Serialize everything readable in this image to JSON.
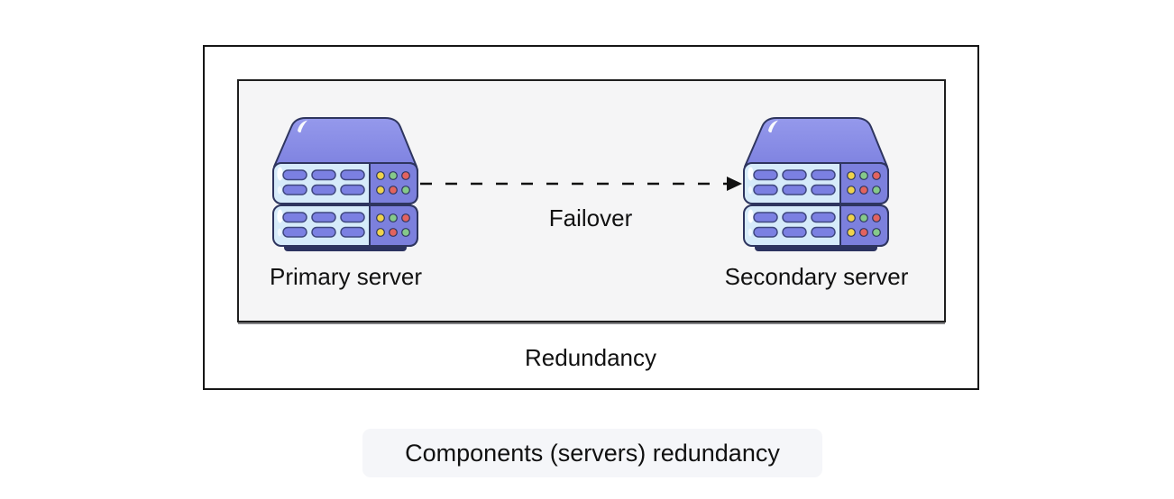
{
  "diagram": {
    "group_label": "Redundancy",
    "cluster": {
      "nodes": [
        {
          "id": "primary",
          "label": "Primary server",
          "icon": "server-stack-icon"
        },
        {
          "id": "secondary",
          "label": "Secondary server",
          "icon": "server-stack-icon"
        }
      ],
      "edge": {
        "from": "primary",
        "to": "secondary",
        "label": "Failover",
        "style": "dashed-arrow"
      }
    },
    "caption": "Components (servers) redundancy"
  },
  "colors": {
    "canvas-bg": "#ffffff",
    "box-border": "#161616",
    "inner-box-bg": "#f5f5f6",
    "label-text": "#111111",
    "arrow-color": "#111111",
    "caption-bg": "#f5f6f9",
    "server-lid-top": "#9599ec",
    "server-lid-bottom": "#7e82e0",
    "server-face": "#d6ebfa",
    "server-panel": "#7c80dd",
    "server-slot": "#7b80e2",
    "server-slot-outline": "#3f477f",
    "server-outline": "#2e355f",
    "server-base": "#2c3360",
    "led-yellow": "#efd34b",
    "led-green": "#85c98a",
    "led-red": "#e2635f"
  }
}
